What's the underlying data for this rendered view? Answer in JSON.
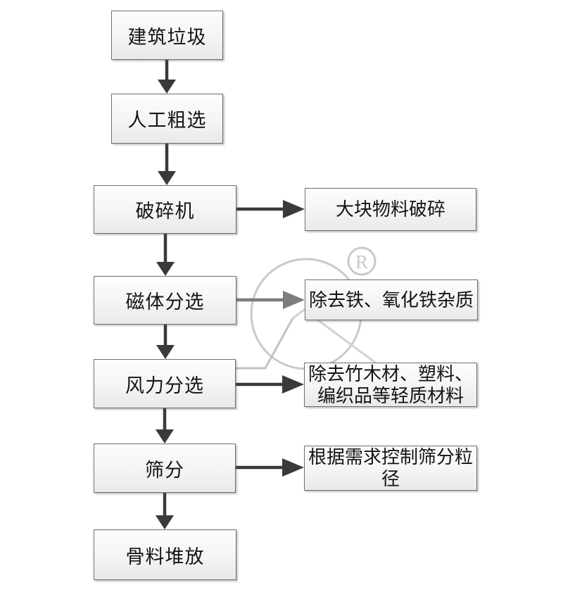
{
  "flowchart": {
    "type": "flow-diagram",
    "direction": "top-down",
    "main_nodes": [
      {
        "id": "construction-waste",
        "label": "建筑垃圾"
      },
      {
        "id": "manual-rough-sorting",
        "label": "人工粗选"
      },
      {
        "id": "crusher",
        "label": "破碎机"
      },
      {
        "id": "magnetic-separation",
        "label": "磁体分选"
      },
      {
        "id": "air-separation",
        "label": "风力分选"
      },
      {
        "id": "screening",
        "label": "筛分"
      },
      {
        "id": "aggregate-stacking",
        "label": "骨料堆放"
      }
    ],
    "side_nodes": [
      {
        "from": "crusher",
        "label": "大块物料破碎"
      },
      {
        "from": "magnetic-separation",
        "label": "除去铁、氧化铁杂质"
      },
      {
        "from": "air-separation",
        "lines": [
          "除去竹木材、塑料、",
          "编织品等轻质材料"
        ]
      },
      {
        "from": "screening",
        "lines": [
          "根据需求控制筛分粒",
          "径"
        ]
      }
    ],
    "edges_vertical": [
      "construction-waste→manual-rough-sorting",
      "manual-rough-sorting→crusher",
      "crusher→magnetic-separation",
      "magnetic-separation→air-separation",
      "air-separation→screening",
      "screening→aggregate-stacking"
    ]
  },
  "watermark": {
    "symbol": "R",
    "color": "#c9c9c9"
  },
  "colors": {
    "background": "#ffffff",
    "arrow": "#3a3a3a",
    "arrow_light": "#7d7d7d",
    "box_border": "#6e6e6e",
    "box_fill_top": "#fdfdfd",
    "box_fill_bottom": "#e9e9e9",
    "text": "#141414"
  }
}
